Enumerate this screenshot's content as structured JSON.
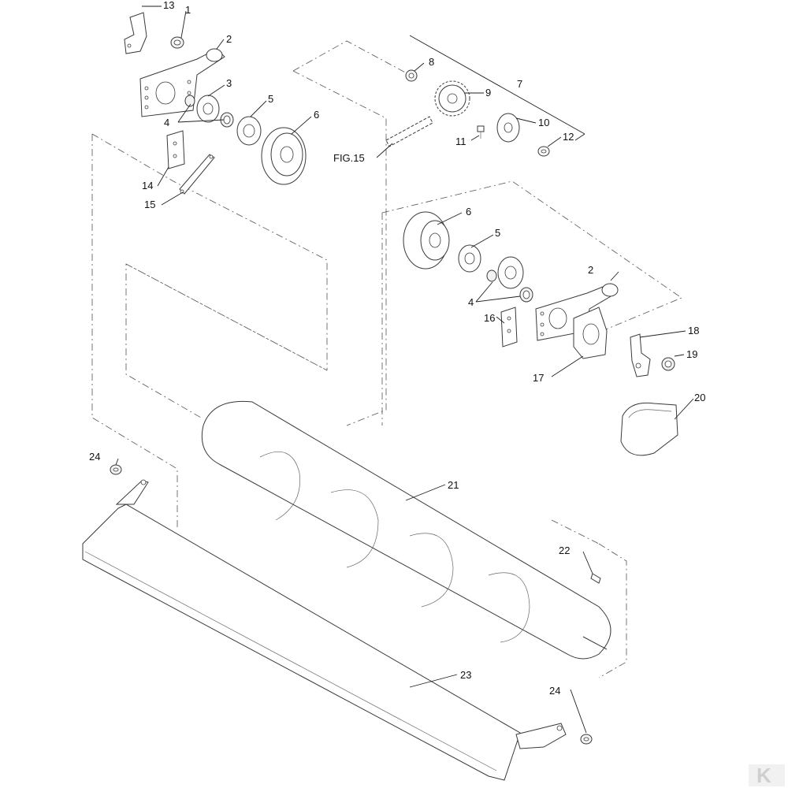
{
  "diagram": {
    "labels": {
      "l1": "1",
      "l2a": "2",
      "l2b": "2",
      "l3": "3",
      "l4a": "4",
      "l4b": "4",
      "l5a": "5",
      "l5b": "5",
      "l6a": "6",
      "l6b": "6",
      "l7": "7",
      "l8": "8",
      "l9": "9",
      "l10": "10",
      "l11": "11",
      "l12": "12",
      "l13": "13",
      "l14": "14",
      "l15": "15",
      "l16": "16",
      "l17": "17",
      "l18": "18",
      "l19": "19",
      "l20": "20",
      "l21": "21",
      "l22": "22",
      "l23": "23",
      "l24a": "24",
      "l24b": "24",
      "fig15": "FIG.15"
    },
    "logo": {
      "glyph": "K",
      "color": "#cfcfcf"
    }
  }
}
